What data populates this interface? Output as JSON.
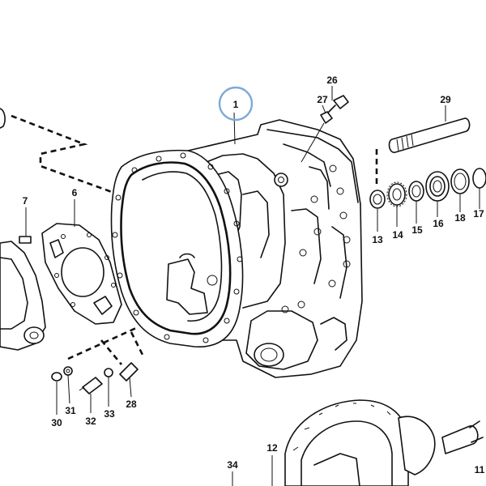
{
  "diagram": {
    "highlighted_part": "1",
    "labels": {
      "p1": "1",
      "p6": "6",
      "p7": "7",
      "p11": "11",
      "p12": "12",
      "p13": "13",
      "p14": "14",
      "p15": "15",
      "p16": "16",
      "p17": "17",
      "p18": "18",
      "p26": "26",
      "p27": "27",
      "p28": "28",
      "p29": "29",
      "p30": "30",
      "p31": "31",
      "p32": "32",
      "p33": "33",
      "p34": "34"
    },
    "colors": {
      "ink": "#111111",
      "highlight": "#7ea9d6",
      "background": "#ffffff"
    }
  }
}
